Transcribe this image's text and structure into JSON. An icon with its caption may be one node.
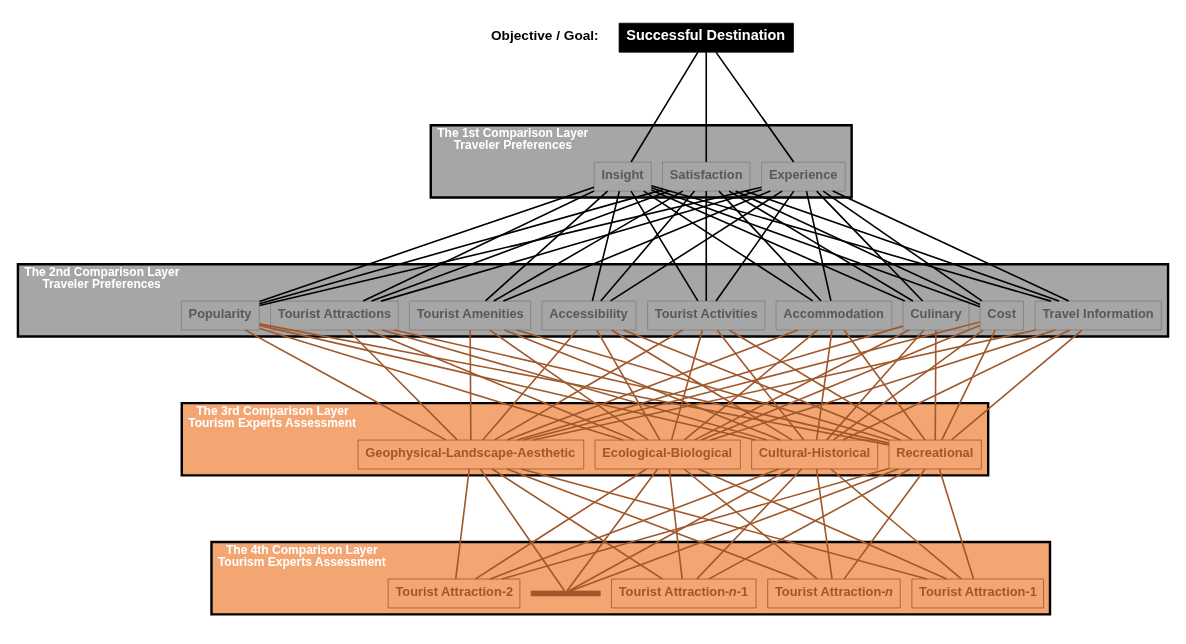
{
  "diagram": {
    "nodes": [
      {
        "text": [
          "Successful Destination"
        ],
        "beside": [
          "Objective / Goal:"
        ]
      },
      {
        "text": [
          "The 1st Comparison Layer",
          "Traveler Preferences"
        ]
      },
      {
        "text": [
          "Satisfaction"
        ],
        "in": 1
      },
      {
        "text": [
          "Experience"
        ],
        "in": 1
      },
      {
        "text": [
          "Insight"
        ],
        "in": 1
      },
      {
        "text": [
          "The 2nd Comparison Layer",
          "Traveler Preferences"
        ]
      },
      {
        "text": [
          "Tourist Attractions"
        ],
        "in": 5
      },
      {
        "text": [
          "Tourist Amenities"
        ],
        "in": 5
      },
      {
        "text": [
          "Accessibility"
        ],
        "in": 5
      },
      {
        "text": [
          "Tourist Activities"
        ],
        "in": 5
      },
      {
        "text": [
          "Accommodation"
        ],
        "in": 5
      },
      {
        "text": [
          "Culinary"
        ],
        "in": 5
      },
      {
        "text": [
          "Cost"
        ],
        "in": 5
      },
      {
        "text": [
          "Travel Information"
        ],
        "in": 5
      },
      {
        "text": [
          "Popularity"
        ],
        "in": 5
      },
      {
        "text": [
          "The 3rd Comparison Layer",
          "Tourism Experts Assessment"
        ]
      },
      {
        "text": [
          "Geophysical-Landscape-Aesthetic"
        ],
        "in": 15
      },
      {
        "text": [
          "Ecological-Biological"
        ],
        "in": 15
      },
      {
        "text": [
          "Cultural-Historical"
        ],
        "in": 15
      },
      {
        "text": [
          "Recreational"
        ],
        "in": 15
      },
      {
        "text": [
          "The 4th Comparison Layer",
          "Tourism Experts Assessment"
        ]
      },
      {
        "text": [
          "Tourist Attraction-1"
        ],
        "in": 20
      },
      {
        "text": [
          "Tourist Attraction-2"
        ],
        "in": 20
      },
      {
        "text": [],
        "shape": "bar",
        "in": 20
      },
      {
        "text": [
          "Tourist Attraction-*n*-1"
        ],
        "in": 20
      },
      {
        "text": [
          "Tourist Attraction-*n*"
        ],
        "in": 20
      }
    ],
    "edges": [
      {
        "from": 0,
        "to": 2,
        "arrow": "none",
        "color": "#000000"
      },
      {
        "from": 0,
        "to": 3,
        "arrow": "none",
        "color": "#000000"
      },
      {
        "from": 0,
        "to": 4,
        "arrow": "none",
        "color": "#000000"
      },
      {
        "from": 2,
        "to": 6,
        "arrow": "none",
        "color": "#000000"
      },
      {
        "from": 2,
        "to": 7,
        "arrow": "none",
        "color": "#000000"
      },
      {
        "from": 2,
        "to": 8,
        "arrow": "none",
        "color": "#000000"
      },
      {
        "from": 2,
        "to": 9,
        "arrow": "none",
        "color": "#000000"
      },
      {
        "from": 2,
        "to": 10,
        "arrow": "none",
        "color": "#000000"
      },
      {
        "from": 2,
        "to": 11,
        "arrow": "none",
        "color": "#000000"
      },
      {
        "from": 2,
        "to": 12,
        "arrow": "none",
        "color": "#000000"
      },
      {
        "from": 2,
        "to": 13,
        "arrow": "none",
        "color": "#000000"
      },
      {
        "from": 2,
        "to": 14,
        "arrow": "none",
        "color": "#000000"
      },
      {
        "from": 3,
        "to": 6,
        "arrow": "none",
        "color": "#000000"
      },
      {
        "from": 3,
        "to": 7,
        "arrow": "none",
        "color": "#000000"
      },
      {
        "from": 3,
        "to": 8,
        "arrow": "none",
        "color": "#000000"
      },
      {
        "from": 3,
        "to": 9,
        "arrow": "none",
        "color": "#000000"
      },
      {
        "from": 3,
        "to": 10,
        "arrow": "none",
        "color": "#000000"
      },
      {
        "from": 3,
        "to": 11,
        "arrow": "none",
        "color": "#000000"
      },
      {
        "from": 3,
        "to": 12,
        "arrow": "none",
        "color": "#000000"
      },
      {
        "from": 3,
        "to": 13,
        "arrow": "none",
        "color": "#000000"
      },
      {
        "from": 3,
        "to": 14,
        "arrow": "none",
        "color": "#000000"
      },
      {
        "from": 4,
        "to": 6,
        "arrow": "none",
        "color": "#000000"
      },
      {
        "from": 4,
        "to": 7,
        "arrow": "none",
        "color": "#000000"
      },
      {
        "from": 4,
        "to": 8,
        "arrow": "none",
        "color": "#000000"
      },
      {
        "from": 4,
        "to": 9,
        "arrow": "none",
        "color": "#000000"
      },
      {
        "from": 4,
        "to": 10,
        "arrow": "none",
        "color": "#000000"
      },
      {
        "from": 4,
        "to": 11,
        "arrow": "none",
        "color": "#000000"
      },
      {
        "from": 4,
        "to": 12,
        "arrow": "none",
        "color": "#000000"
      },
      {
        "from": 4,
        "to": 13,
        "arrow": "none",
        "color": "#000000"
      },
      {
        "from": 4,
        "to": 14,
        "arrow": "none",
        "color": "#000000"
      },
      {
        "from": 6,
        "to": 16,
        "arrow": "none"
      },
      {
        "from": 6,
        "to": 17,
        "arrow": "none"
      },
      {
        "from": 6,
        "to": 18,
        "arrow": "none"
      },
      {
        "from": 6,
        "to": 19,
        "arrow": "none"
      },
      {
        "from": 7,
        "to": 16,
        "arrow": "none"
      },
      {
        "from": 7,
        "to": 17,
        "arrow": "none"
      },
      {
        "from": 7,
        "to": 18,
        "arrow": "none"
      },
      {
        "from": 7,
        "to": 19,
        "arrow": "none"
      },
      {
        "from": 8,
        "to": 16,
        "arrow": "none"
      },
      {
        "from": 8,
        "to": 17,
        "arrow": "none"
      },
      {
        "from": 8,
        "to": 18,
        "arrow": "none"
      },
      {
        "from": 8,
        "to": 19,
        "arrow": "none"
      },
      {
        "from": 9,
        "to": 16,
        "arrow": "none"
      },
      {
        "from": 9,
        "to": 17,
        "arrow": "none"
      },
      {
        "from": 9,
        "to": 18,
        "arrow": "none"
      },
      {
        "from": 9,
        "to": 19,
        "arrow": "none"
      },
      {
        "from": 10,
        "to": 16,
        "arrow": "none"
      },
      {
        "from": 10,
        "to": 17,
        "arrow": "none"
      },
      {
        "from": 10,
        "to": 18,
        "arrow": "none"
      },
      {
        "from": 10,
        "to": 19,
        "arrow": "none"
      },
      {
        "from": 11,
        "to": 16,
        "arrow": "none"
      },
      {
        "from": 11,
        "to": 17,
        "arrow": "none"
      },
      {
        "from": 11,
        "to": 18,
        "arrow": "none"
      },
      {
        "from": 11,
        "to": 19,
        "arrow": "none"
      },
      {
        "from": 12,
        "to": 16,
        "arrow": "none"
      },
      {
        "from": 12,
        "to": 17,
        "arrow": "none"
      },
      {
        "from": 12,
        "to": 18,
        "arrow": "none"
      },
      {
        "from": 12,
        "to": 19,
        "arrow": "none"
      },
      {
        "from": 13,
        "to": 16,
        "arrow": "none"
      },
      {
        "from": 13,
        "to": 17,
        "arrow": "none"
      },
      {
        "from": 13,
        "to": 18,
        "arrow": "none"
      },
      {
        "from": 13,
        "to": 19,
        "arrow": "none"
      },
      {
        "from": 14,
        "to": 16,
        "arrow": "none"
      },
      {
        "from": 14,
        "to": 17,
        "arrow": "none"
      },
      {
        "from": 14,
        "to": 18,
        "arrow": "none"
      },
      {
        "from": 14,
        "to": 19,
        "arrow": "none"
      },
      {
        "from": 16,
        "to": 21,
        "arrow": "none"
      },
      {
        "from": 16,
        "to": 22,
        "arrow": "none"
      },
      {
        "from": 16,
        "to": 23,
        "arrow": "none"
      },
      {
        "from": 16,
        "to": 24,
        "arrow": "none"
      },
      {
        "from": 16,
        "to": 25,
        "arrow": "none"
      },
      {
        "from": 17,
        "to": 21,
        "arrow": "none"
      },
      {
        "from": 17,
        "to": 22,
        "arrow": "none"
      },
      {
        "from": 17,
        "to": 23,
        "arrow": "none"
      },
      {
        "from": 17,
        "to": 24,
        "arrow": "none"
      },
      {
        "from": 17,
        "to": 25,
        "arrow": "none"
      },
      {
        "from": 18,
        "to": 21,
        "arrow": "none"
      },
      {
        "from": 18,
        "to": 22,
        "arrow": "none"
      },
      {
        "from": 18,
        "to": 23,
        "arrow": "none"
      },
      {
        "from": 18,
        "to": 24,
        "arrow": "none"
      },
      {
        "from": 18,
        "to": 25,
        "arrow": "none"
      },
      {
        "from": 19,
        "to": 21,
        "arrow": "none"
      },
      {
        "from": 19,
        "to": 22,
        "arrow": "none"
      },
      {
        "from": 19,
        "to": 23,
        "arrow": "none"
      },
      {
        "from": 19,
        "to": 24,
        "arrow": "none"
      },
      {
        "from": 19,
        "to": 25,
        "arrow": "none"
      }
    ]
  }
}
